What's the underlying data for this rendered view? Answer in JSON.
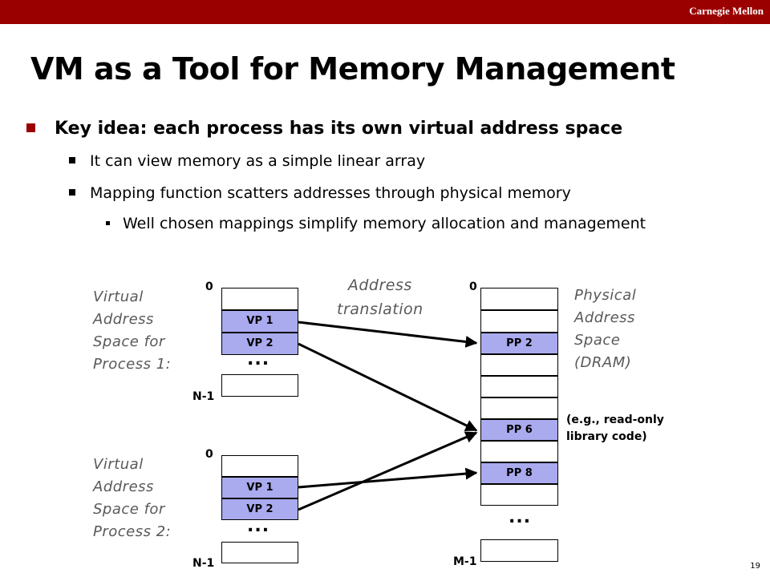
{
  "header": {
    "brand": "Carnegie Mellon"
  },
  "slide": {
    "title": "VM as a Tool for Memory Management",
    "bullet": "Key idea: each process has its own virtual address space",
    "sub1": "It can view memory as a simple linear array",
    "sub2": "Mapping function scatters addresses through physical memory",
    "sub3": "Well chosen mappings simplify memory allocation and management",
    "number": "19"
  },
  "diagram": {
    "va1_label": "Virtual\nAddress\nSpace for\nProcess 1:",
    "va2_label": "Virtual\nAddress\nSpace for\nProcess 2:",
    "translation_label": "Address\ntranslation",
    "pa_label": "Physical\nAddress\nSpace\n(DRAM)",
    "note": "(e.g., read-only\nlibrary code)",
    "zero": "0",
    "n_minus_1": "N-1",
    "m_minus_1": "M-1",
    "ellipsis": "...",
    "vp1": "VP 1",
    "vp2": "VP 2",
    "pp2": "PP 2",
    "pp6": "PP 6",
    "pp8": "PP 8"
  }
}
